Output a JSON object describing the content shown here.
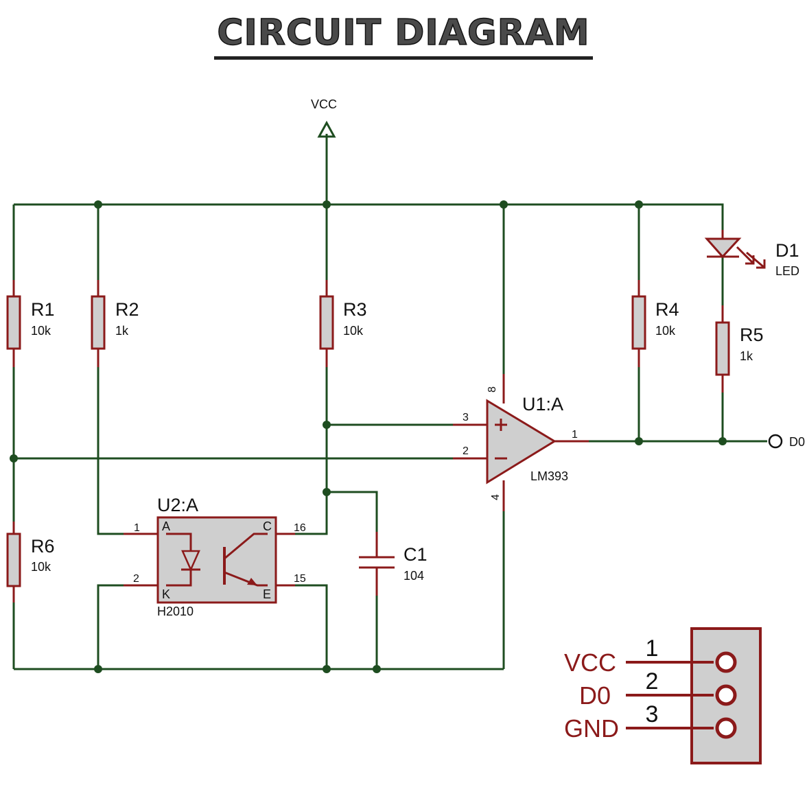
{
  "title": "CIRCUIT DIAGRAM",
  "power": {
    "label": "VCC"
  },
  "resistors": [
    {
      "ref": "R1",
      "value": "10k"
    },
    {
      "ref": "R2",
      "value": "1k"
    },
    {
      "ref": "R3",
      "value": "10k"
    },
    {
      "ref": "R4",
      "value": "10k"
    },
    {
      "ref": "R5",
      "value": "1k"
    },
    {
      "ref": "R6",
      "value": "10k"
    }
  ],
  "led": {
    "ref": "D1",
    "value": "LED"
  },
  "comparator": {
    "ref": "U1:A",
    "part": "LM393",
    "pins": {
      "in_plus": "3",
      "in_minus": "2",
      "out": "1",
      "vcc": "8",
      "gnd": "4"
    }
  },
  "optocoupler": {
    "ref": "U2:A",
    "part": "H2010",
    "pins": {
      "p1": "1",
      "p2": "2",
      "p16": "16",
      "p15": "15"
    },
    "inner": {
      "a": "A",
      "k": "K",
      "c": "C",
      "e": "E"
    }
  },
  "capacitor": {
    "ref": "C1",
    "value": "104"
  },
  "output": {
    "label": "D0"
  },
  "header": {
    "pins": [
      {
        "label": "VCC",
        "number": "1"
      },
      {
        "label": "D0",
        "number": "2"
      },
      {
        "label": "GND",
        "number": "3"
      }
    ]
  },
  "colors": {
    "wire": "#1e4d20",
    "component": "#8b1a1a",
    "fill": "#cfcfcf"
  }
}
